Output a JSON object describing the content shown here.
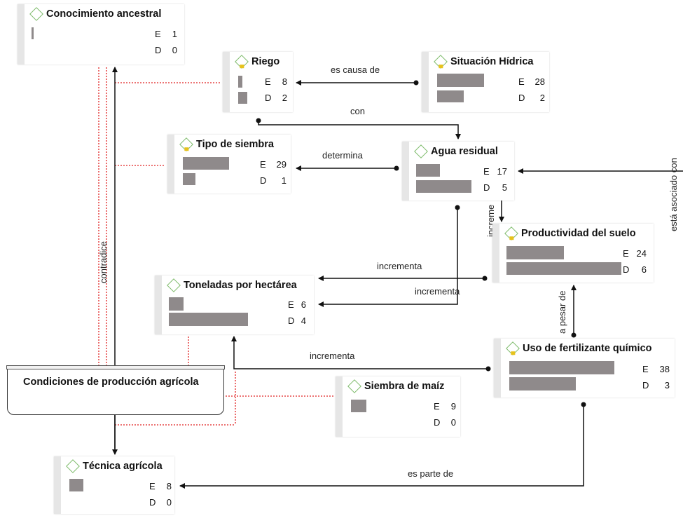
{
  "nodes": [
    {
      "id": "conocimiento",
      "title": "Conocimiento ancestral",
      "e_label": "E",
      "e_value": "1",
      "d_label": "D",
      "d_value": "0",
      "note": false,
      "e_frac": 0.0,
      "d_frac": 0.0
    },
    {
      "id": "riego",
      "title": "Riego",
      "e_label": "E",
      "e_value": "8",
      "d_label": "D",
      "d_value": "2",
      "note": true
    },
    {
      "id": "situacion",
      "title": "Situación Hídrica",
      "e_label": "E",
      "e_value": "28",
      "d_label": "D",
      "d_value": "2",
      "note": true
    },
    {
      "id": "tipo",
      "title": "Tipo de siembra",
      "e_label": "E",
      "e_value": "29",
      "d_label": "D",
      "d_value": "1",
      "note": true
    },
    {
      "id": "agua",
      "title": "Agua residual",
      "e_label": "E",
      "e_value": "17",
      "d_label": "D",
      "d_value": "5",
      "note": false
    },
    {
      "id": "productividad",
      "title": "Productividad del suelo",
      "e_label": "E",
      "e_value": "24",
      "d_label": "D",
      "d_value": "6",
      "note": true
    },
    {
      "id": "toneladas",
      "title": "Toneladas por hectárea",
      "e_label": "E",
      "e_value": "6",
      "d_label": "D",
      "d_value": "4",
      "note": false
    },
    {
      "id": "fertilizante",
      "title": "Uso de fertilizante químico",
      "e_label": "E",
      "e_value": "38",
      "d_label": "D",
      "d_value": "3",
      "note": true
    },
    {
      "id": "siembra",
      "title": "Siembra de maíz",
      "e_label": "E",
      "e_value": "9",
      "d_label": "D",
      "d_value": "0",
      "note": false
    },
    {
      "id": "tecnica",
      "title": "Técnica agrícola",
      "e_label": "E",
      "e_value": "8",
      "d_label": "D",
      "d_value": "0",
      "note": false
    }
  ],
  "group": {
    "title": "Condiciones de producción agrícola"
  },
  "edge_labels": {
    "es_causa_de": "es causa de",
    "con": "con",
    "determina": "determina",
    "incrementa_1": "incrementa",
    "incrementa_2": "incrementa",
    "incrementa_3": "incrementa",
    "incrementa_v": "increme",
    "es_parte_de": "es parte de",
    "a_pesar_de": "a pesar de",
    "contradice": "contradice",
    "esta_asociado_con": "está asociado con"
  },
  "colors": {
    "bar": "#8f8a8b",
    "diamond": "#7dbb6a",
    "note": "#e7c21b",
    "assoc": "#e02020",
    "edge": "#111111"
  }
}
